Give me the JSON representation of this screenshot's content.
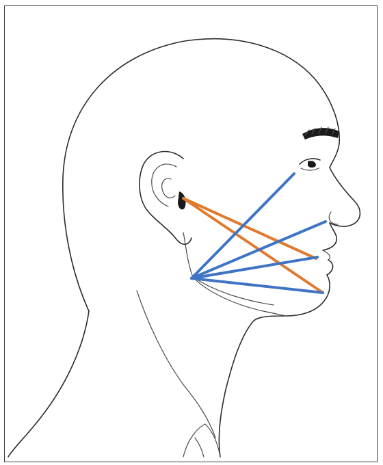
{
  "colors": {
    "orange_lines": "#e07a2e",
    "blue_lines": "#3f74c4",
    "sketch_ink": "#2b2b2b",
    "border": "#3a3a3a"
  },
  "illustration": {
    "subject": "head-profile-facing-right",
    "line_groups": [
      "orange-tragus-lines",
      "blue-gonion-lines"
    ]
  }
}
